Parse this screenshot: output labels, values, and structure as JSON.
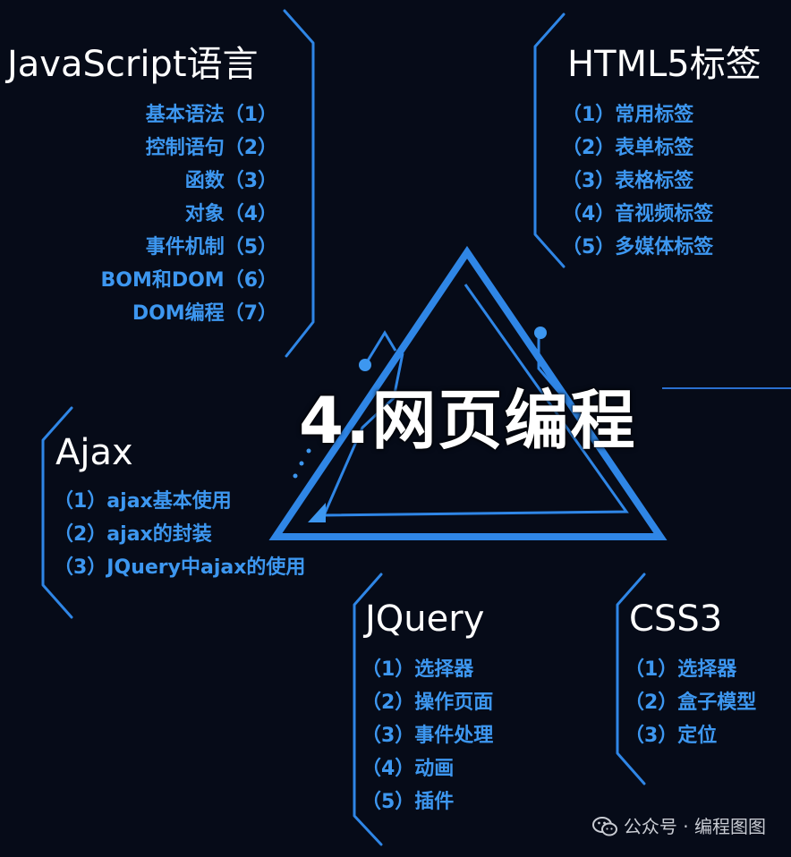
{
  "center": {
    "title": "4.网页编程"
  },
  "sections": {
    "javascript": {
      "title": "JavaScript语言",
      "items": [
        "基本语法（1）",
        "控制语句（2）",
        "函数（3）",
        "对象（4）",
        "事件机制（5）",
        "BOM和DOM（6）",
        "DOM编程（7）"
      ]
    },
    "html5": {
      "title": "HTML5标签",
      "items": [
        "（1）常用标签",
        "（2）表单标签",
        "（3）表格标签",
        "（4）音视频标签",
        "（5）多媒体标签"
      ]
    },
    "ajax": {
      "title": "Ajax",
      "items": [
        "（1）ajax基本使用",
        "（2）ajax的封装",
        "（3）JQuery中ajax的使用"
      ]
    },
    "jquery": {
      "title": "JQuery",
      "items": [
        "（1）选择器",
        "（2）操作页面",
        "（3）事件处理",
        "（4）动画",
        "（5）插件"
      ]
    },
    "css3": {
      "title": "CSS3",
      "items": [
        "（1）选择器",
        "（2）盒子模型",
        "（3）定位"
      ]
    }
  },
  "watermark": {
    "text": "公众号 · 编程图图",
    "icon": "wechat-icon"
  },
  "colors": {
    "background": "#060b18",
    "accent": "#3d97f0",
    "line": "#2f86e6",
    "text": "#ffffff"
  }
}
